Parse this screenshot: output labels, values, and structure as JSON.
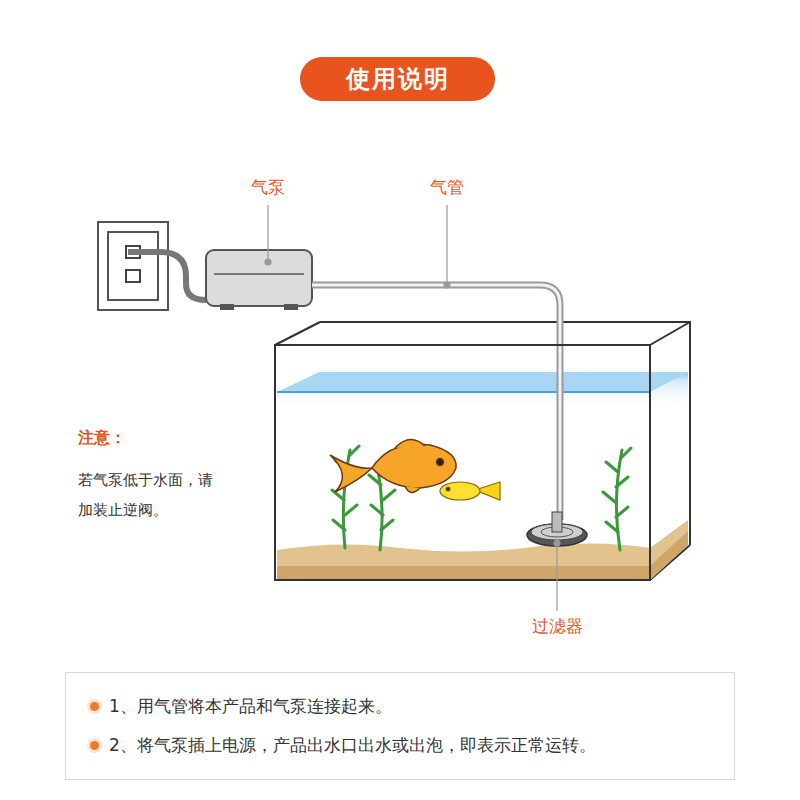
{
  "diagram": {
    "title": "使用说明",
    "nodes": [
      {
        "text": [
          "1、用气管将本产品和气泵连接起来。",
          "2、将气泵插上电源，产品出水口出水或出泡，即表示正常运转。"
        ]
      }
    ],
    "labels": [
      "气泵",
      "气管",
      "注意：",
      "若气泵低于水面，请 加装止逆阀。",
      "过滤器"
    ]
  }
}
